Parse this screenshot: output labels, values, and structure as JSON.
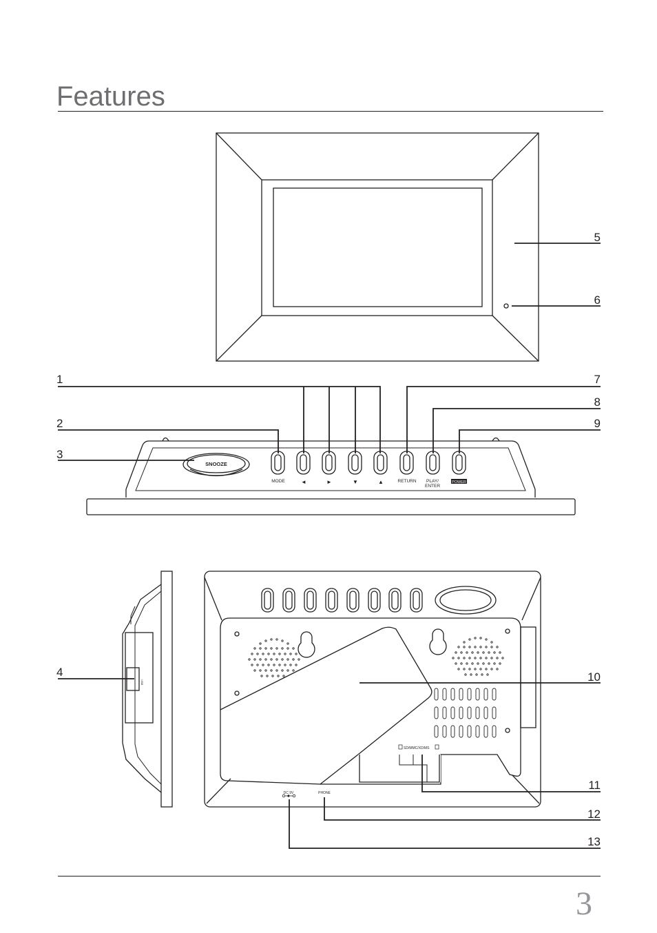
{
  "page": {
    "title": "Features",
    "page_number": "3"
  },
  "callouts": [
    "1",
    "2",
    "3",
    "4",
    "5",
    "6",
    "7",
    "8",
    "9",
    "10",
    "11",
    "12",
    "13"
  ],
  "buttons": {
    "snooze": "SNOOZE",
    "mode": "MODE",
    "left": "◄",
    "right": "►",
    "down": "▼",
    "up": "▲",
    "return": "RETURN",
    "play_line1": "PLAY/",
    "play_line2": "ENTER",
    "power": "POWER"
  },
  "ports": {
    "card_slot": "SD/MMC/XD/MS",
    "dc": "DC 9V",
    "phone": "PHONE",
    "usb": "USB"
  }
}
